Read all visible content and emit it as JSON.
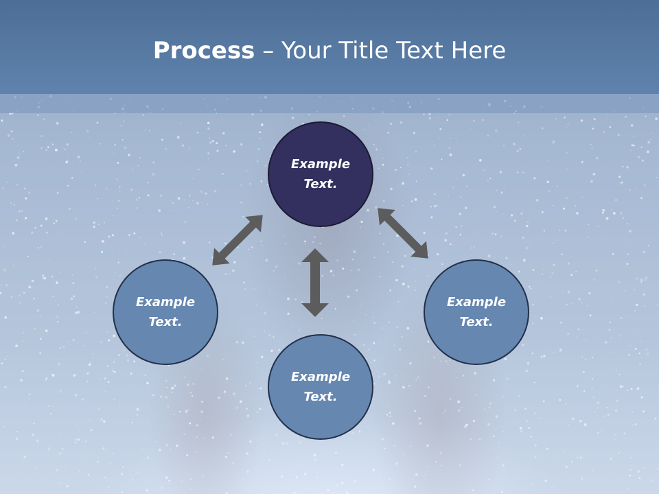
{
  "slide": {
    "title_bold": "Process",
    "title_rest": " – Your Title Text Here"
  },
  "nodes": {
    "top": "Example\nText.",
    "left": "Example\nText.",
    "right": "Example\nText.",
    "bottom": "Example\nText."
  },
  "colors": {
    "title_bar": "#5a7ca5",
    "node_highlight": "#33305f",
    "node_default": "#6587b0",
    "arrow": "#5c5c5c"
  },
  "icons": {
    "arrows": [
      "double-arrow-icon",
      "double-arrow-icon",
      "double-arrow-icon"
    ]
  }
}
